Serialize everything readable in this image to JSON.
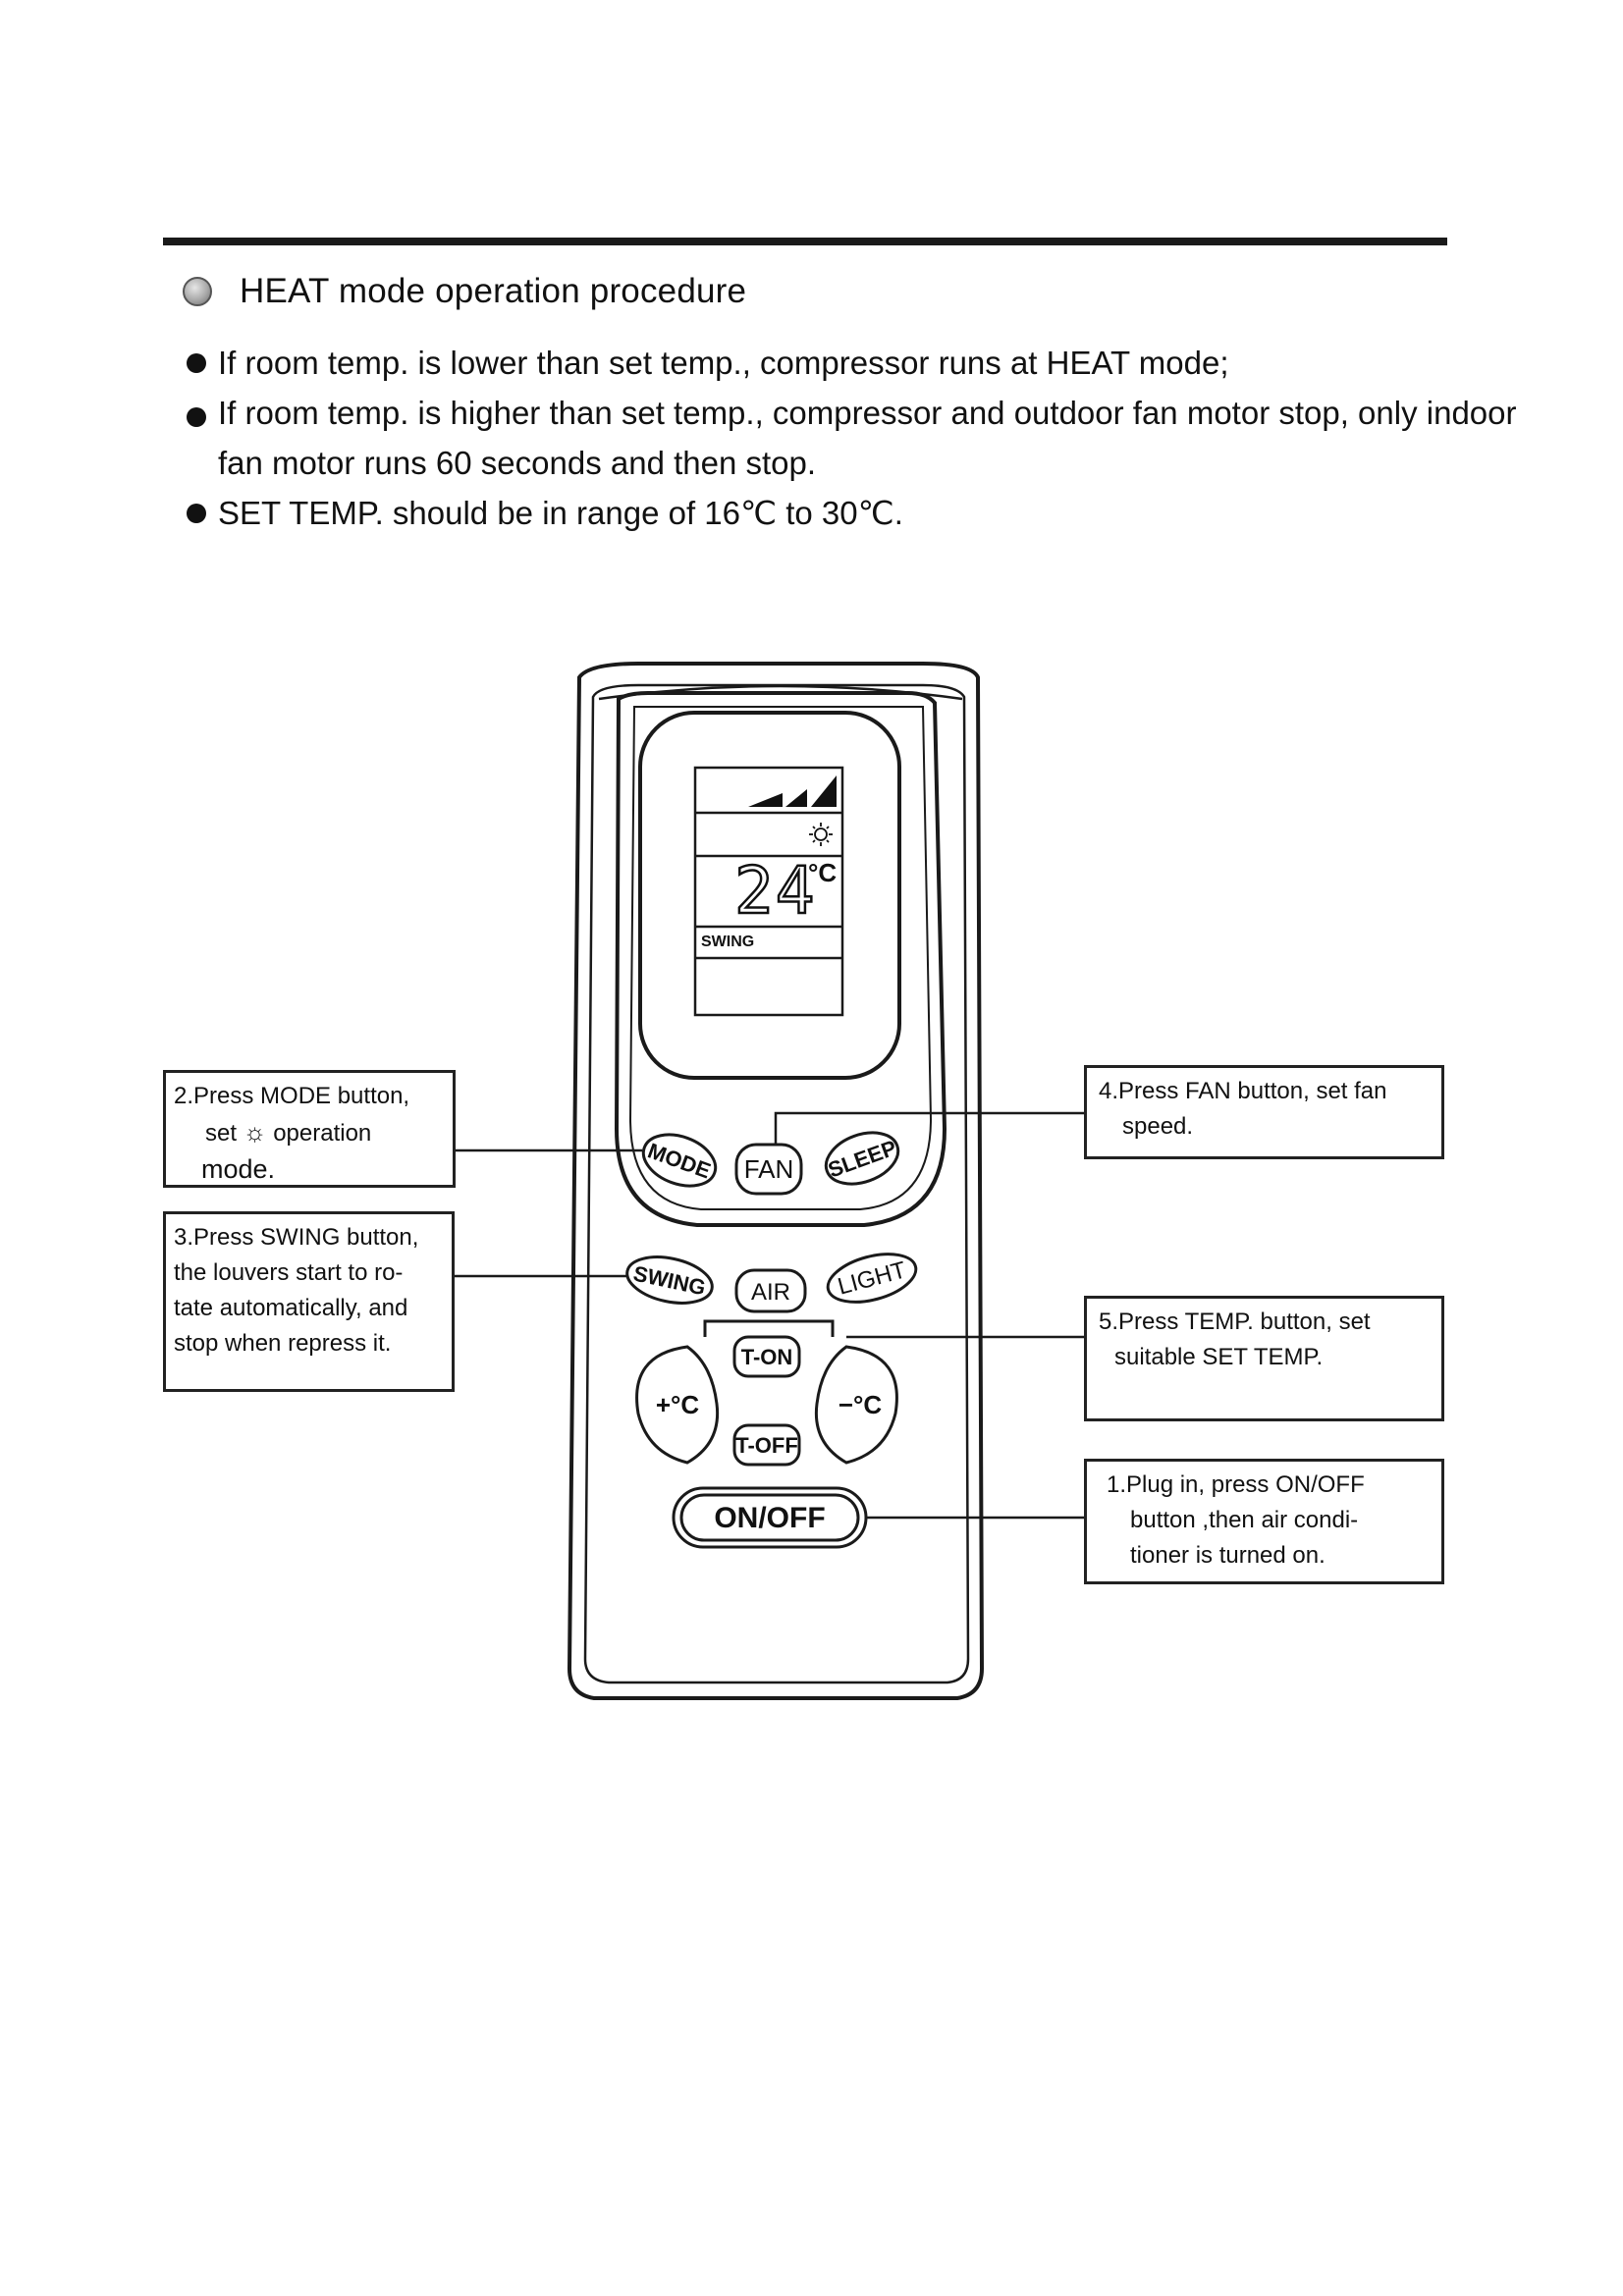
{
  "heading": {
    "text": "HEAT mode operation procedure"
  },
  "bullets": [
    "If room temp. is lower than set temp., compressor runs at HEAT mode;",
    "If room temp. is higher than set temp., compressor and outdoor fan motor stop, only indoor",
    "fan motor runs 60 seconds and then stop.",
    "SET TEMP. should be in range of 16℃ to 30℃."
  ],
  "remote": {
    "display": {
      "temperature": "24",
      "unit": "°C",
      "swing_label": "SWING",
      "mode_icon": "sun-icon",
      "fan_speed_bars": 3
    },
    "buttons": {
      "mode": "MODE",
      "fan": "FAN",
      "sleep": "SLEEP",
      "swing": "SWING",
      "air": "AIR",
      "light": "LIGHT",
      "t_on": "T-ON",
      "t_off": "T-OFF",
      "temp_up": "+°C",
      "temp_down": "−°C",
      "on_off": "ON/OFF"
    }
  },
  "callouts": {
    "step2": {
      "line1": "2.Press MODE button,",
      "line2a": "set",
      "line2b": "operation",
      "line3": "mode."
    },
    "step3": {
      "line1": "3.Press SWING button,",
      "line2": "the louvers start to ro-",
      "line3": "tate automatically, and",
      "line4": "stop when repress it."
    },
    "step4": {
      "line1": "4.Press FAN button, set fan",
      "line2": "speed."
    },
    "step5": {
      "line1": "5.Press TEMP. button, set",
      "line2": "suitable SET TEMP."
    },
    "step1": {
      "line1": "1.Plug in, press ON/OFF",
      "line2": "button ,then air condi-",
      "line3": "tioner is turned on."
    }
  }
}
